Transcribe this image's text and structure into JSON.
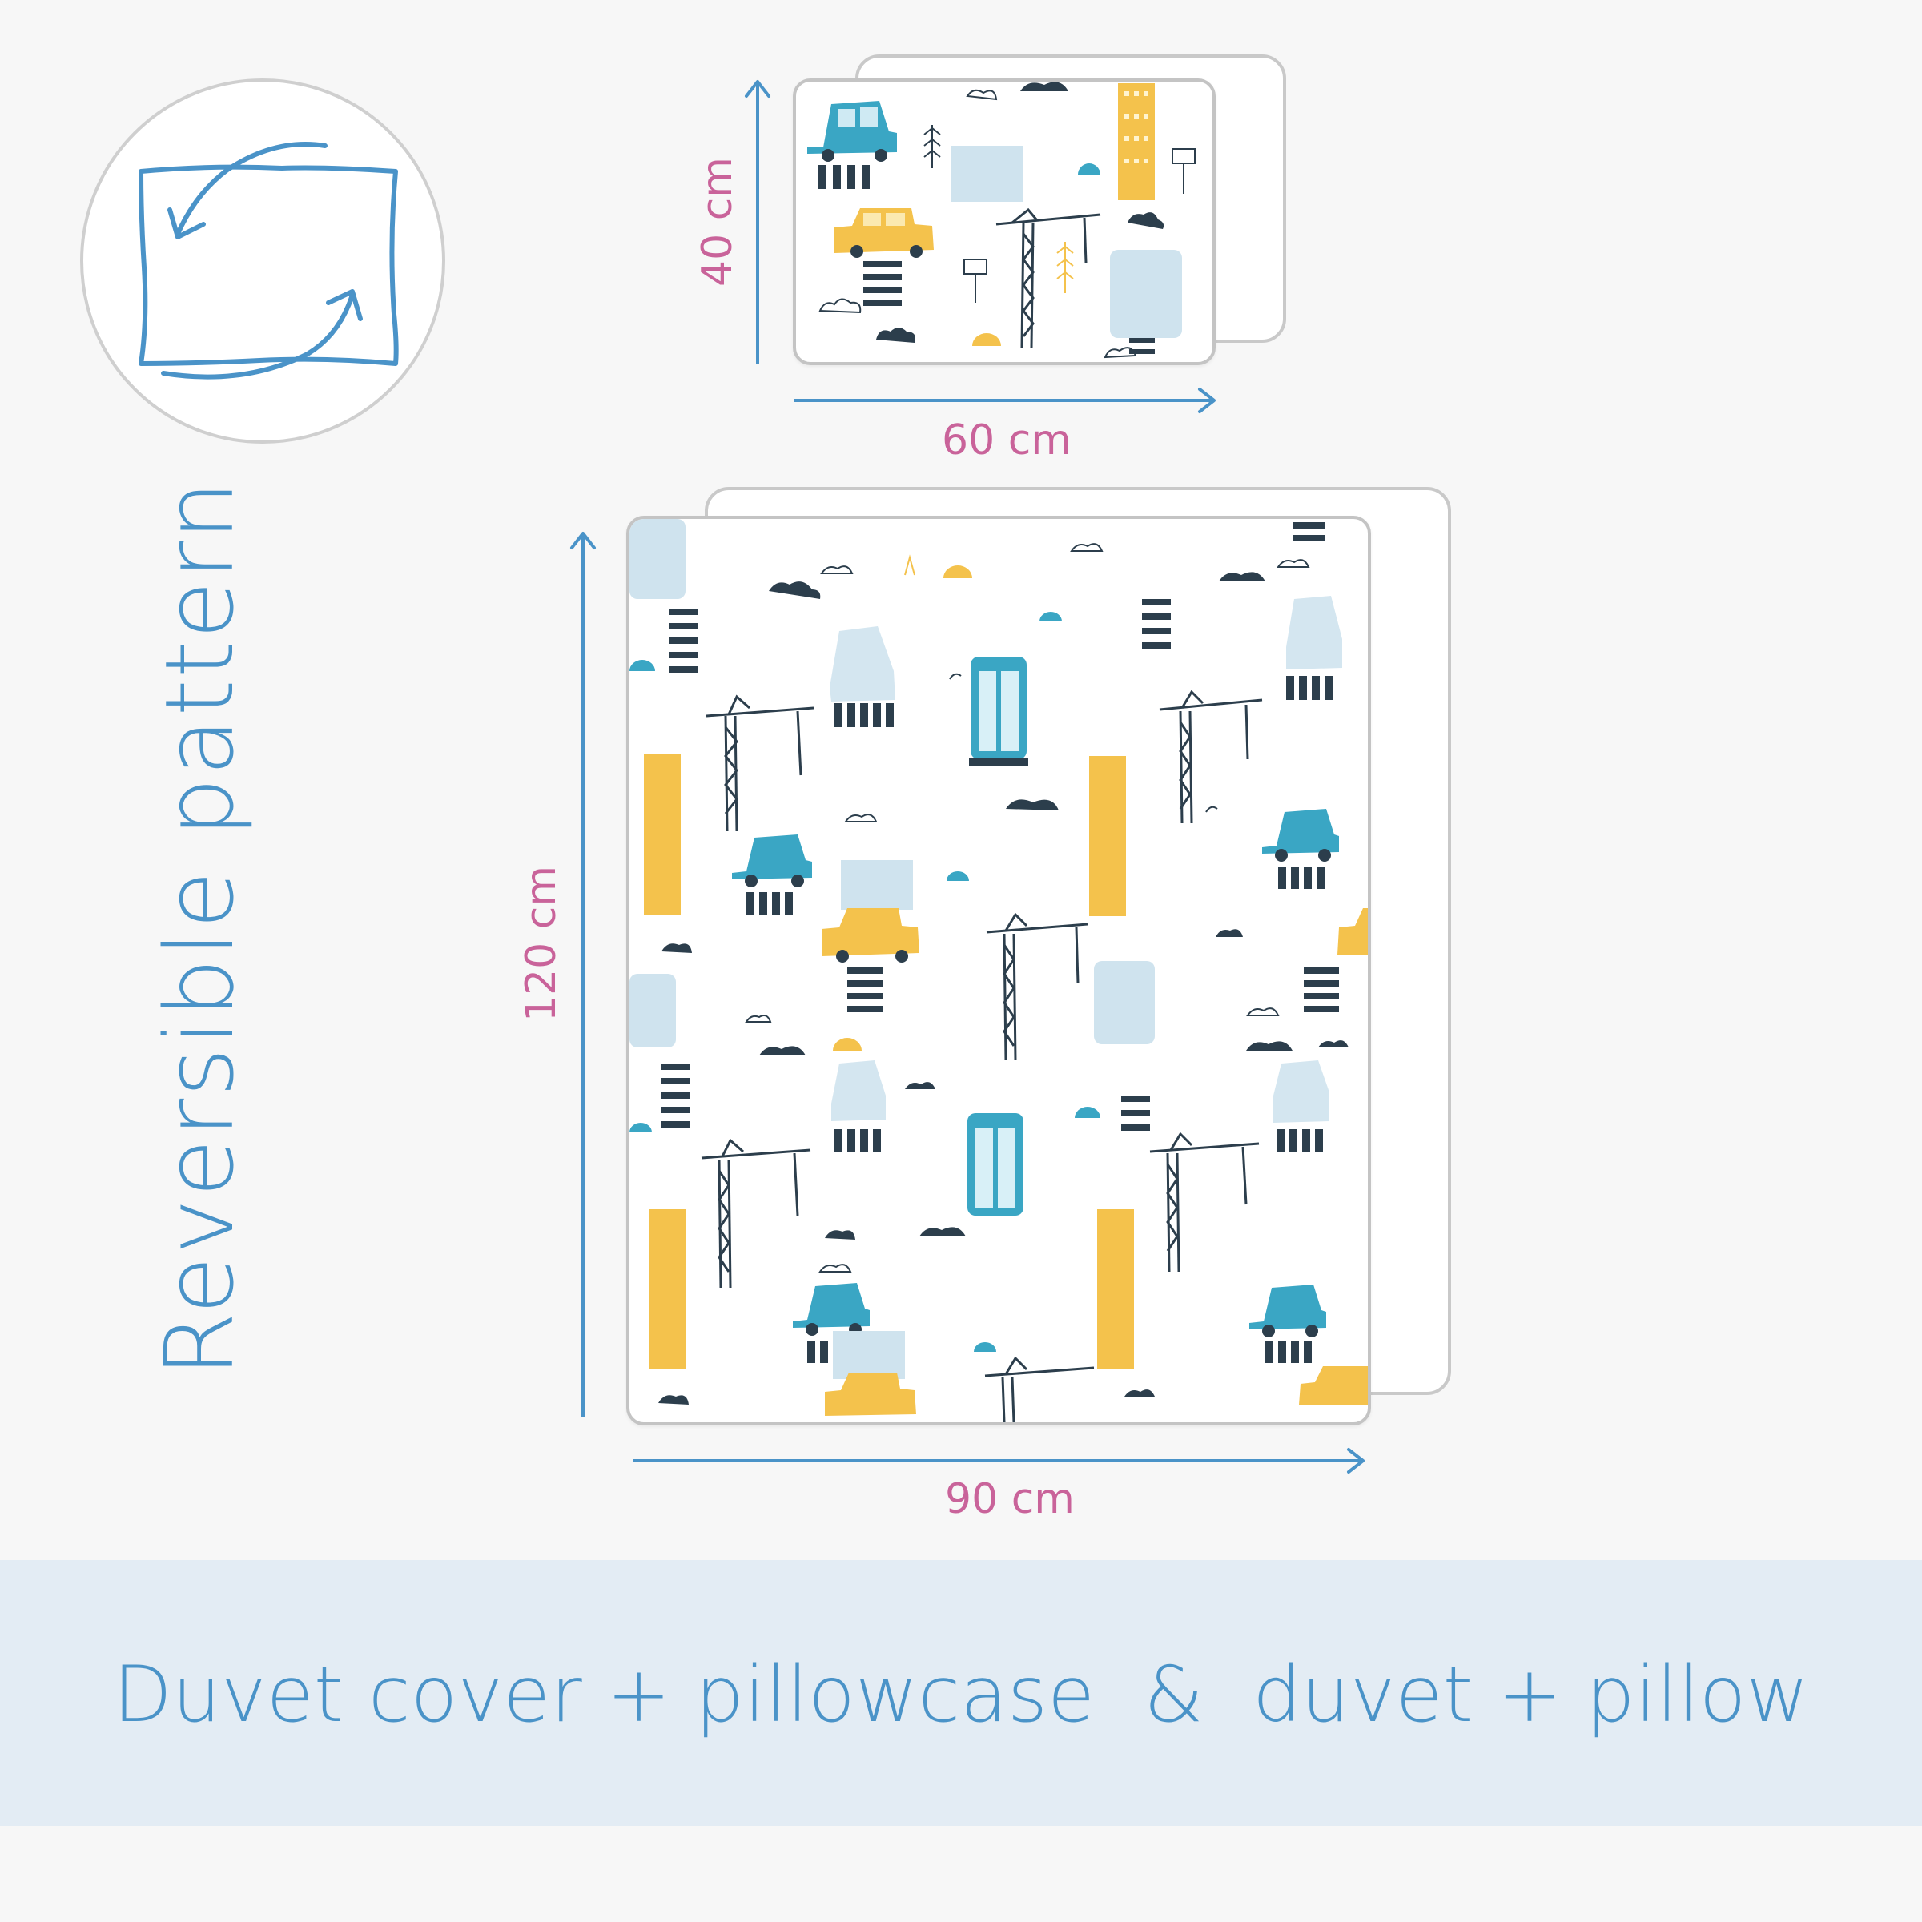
{
  "badge": {
    "icon": "reversible-pillow-icon"
  },
  "title": "Reversible pattern",
  "pillow": {
    "height_label": "40 cm",
    "width_label": "60 cm"
  },
  "duvet": {
    "height_label": "120 cm",
    "width_label": "90 cm"
  },
  "footer": {
    "text": "Duvet cover + pillowcase  &  duvet + pillow"
  },
  "colors": {
    "accent_blue": "#4a93c8",
    "dimension_pink": "#c9639a",
    "pattern_yellow": "#f4c24c",
    "pattern_teal": "#3aa6c4",
    "pattern_navy": "#2c3e4c",
    "pattern_light_blue": "#cfe3ee",
    "footer_band": "#e3ecf4"
  }
}
